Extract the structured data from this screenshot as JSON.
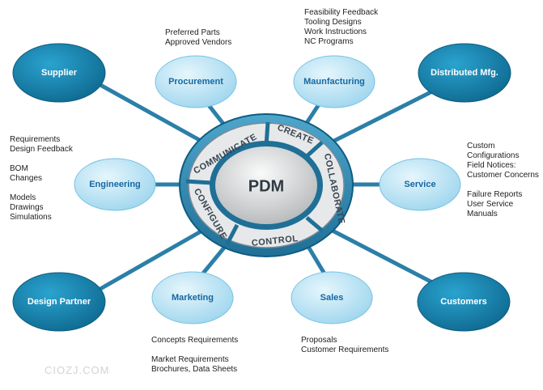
{
  "center": {
    "label": "PDM"
  },
  "ring_segments": [
    "COMMUNICATE",
    "CREATE",
    "COLLABORATE",
    "CONTROL",
    "CONFIGURE"
  ],
  "nodes": [
    {
      "id": "supplier",
      "label": "Supplier",
      "style": "dark"
    },
    {
      "id": "procurement",
      "label": "Procurement",
      "style": "light"
    },
    {
      "id": "manufacturing",
      "label": "Maunfacturing",
      "style": "light"
    },
    {
      "id": "distributed",
      "label": "Distributed Mfg.",
      "style": "dark"
    },
    {
      "id": "engineering",
      "label": "Engineering",
      "style": "light"
    },
    {
      "id": "service",
      "label": "Service",
      "style": "light"
    },
    {
      "id": "design-partner",
      "label": "Design Partner",
      "style": "dark"
    },
    {
      "id": "marketing",
      "label": "Marketing",
      "style": "light"
    },
    {
      "id": "sales",
      "label": "Sales",
      "style": "light"
    },
    {
      "id": "customers",
      "label": "Customers",
      "style": "dark"
    }
  ],
  "notes": {
    "procurement": "Preferred Parts\nApproved Vendors",
    "manufacturing": "Feasibility Feedback\nTooling Designs\nWork Instructions\nNC Programs",
    "engineering": "Requirements\nDesign Feedback\n\nBOM\nChanges\n\nModels\nDrawings\nSimulations",
    "service": "Custom\nConfigurations\nField Notices:\nCustomer Concerns\n\nFailure Reports\nUser Service\nManuals",
    "marketing": "Concepts Requirements\n\nMarket Requirements\nBrochures, Data Sheets",
    "sales": "Proposals\nCustomer Requirements"
  },
  "watermark": "CIOZJ.COM",
  "colors": {
    "dark_node": "#1a7fa8",
    "light_node": "#b8e3f5",
    "light_text": "#1668a0",
    "spoke": "#2b7fa8",
    "ring": "#3c8fb6",
    "segment": "#e4e6e8"
  }
}
